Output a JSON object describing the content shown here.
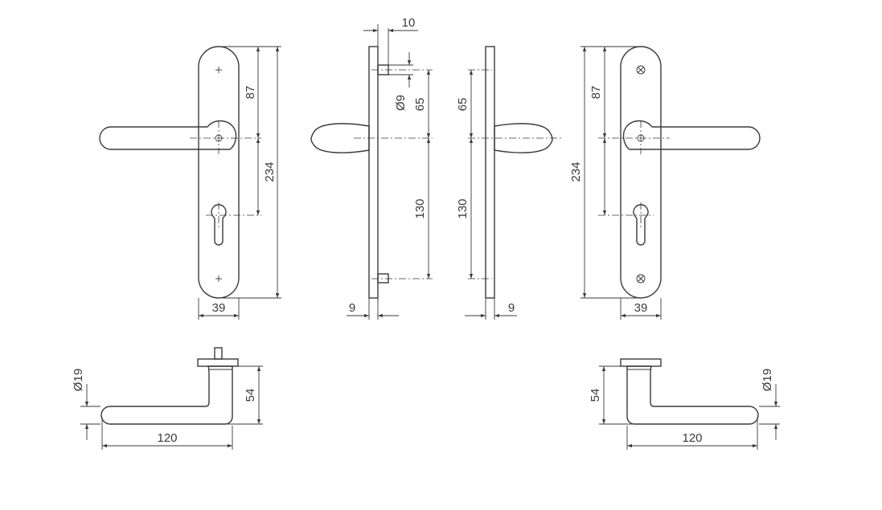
{
  "dimensions": {
    "front_left": {
      "top_to_handle": "87",
      "total_height": "234",
      "width": "39"
    },
    "side_left": {
      "pin_offset": "10",
      "pin_diameter": "Ø9",
      "pin_to_handle": "65",
      "handle_to_bottom_pin": "130",
      "plate_thickness": "9"
    },
    "side_right": {
      "pin_to_handle": "65",
      "handle_to_bottom_pin": "130",
      "plate_thickness": "9"
    },
    "front_right": {
      "total_height": "234",
      "top_to_handle": "87",
      "width": "39"
    },
    "top_left": {
      "rosette_diameter": "Ø19",
      "projection": "54",
      "lever_length": "120"
    },
    "top_right": {
      "projection": "54",
      "rosette_diameter": "Ø19",
      "lever_length": "120"
    }
  },
  "colors": {
    "line": "#3a3a3a",
    "background": "#ffffff"
  }
}
